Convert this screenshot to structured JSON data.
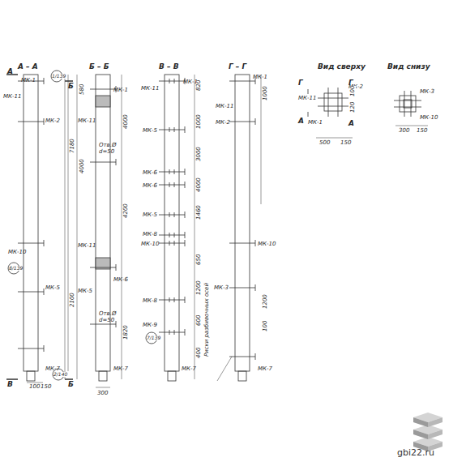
{
  "diagram": {
    "labels": [
      "А – А",
      "Б – Б",
      "В – В",
      "Г – Г",
      "Вид сверху",
      "Вид снизу",
      "А",
      "Б",
      "В",
      "Б",
      "МК-1",
      "МК-11",
      "МК-2",
      "МК-10",
      "МК-5",
      "МК-7",
      "МК-1",
      "МК-11",
      "МК-11",
      "МК-6",
      "МК-5",
      "МК-7",
      "МК-11",
      "МК-1",
      "МК-5",
      "МК-6",
      "МК-6",
      "МК-5",
      "МК-8",
      "МК-10",
      "МК-8",
      "МК-9",
      "МК-7",
      "МК-11",
      "МК-2",
      "МК-1",
      "МК-10",
      "МК-3",
      "МК-7",
      "МК-11",
      "МК-2",
      "МК-1",
      "МК-3",
      "МК-10",
      "580",
      "4000",
      "7180",
      "2100",
      "4000",
      "4200",
      "1820",
      "300",
      "820",
      "1000",
      "3000",
      "4000",
      "1460",
      "650",
      "1200",
      "600",
      "400",
      "1000",
      "1200",
      "100",
      "500",
      "150",
      "100",
      "120",
      "300",
      "150",
      "1/139",
      "8/139",
      "2/140",
      "7/139",
      "Отв.Ø",
      "d=50",
      "Отв.Ø",
      "d=50",
      "Риски разбивочных осей",
      "100",
      "150",
      "Г",
      "Г",
      "А",
      "А",
      "gbi22.ru"
    ]
  }
}
